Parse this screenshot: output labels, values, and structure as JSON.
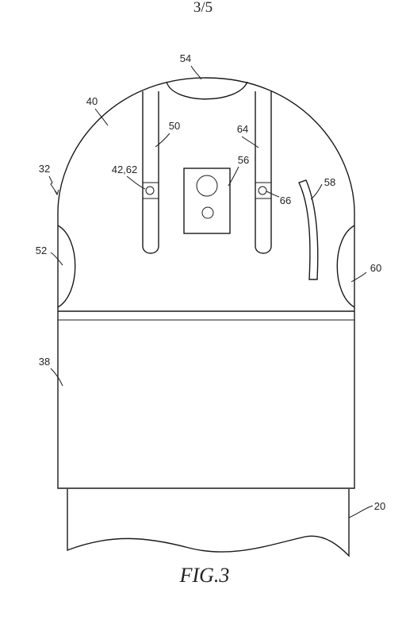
{
  "page": {
    "number": "3/5"
  },
  "figure": {
    "caption": "FIG.3"
  },
  "labels": {
    "l20": "20",
    "l32": "32",
    "l38": "38",
    "l40": "40",
    "l4262": "42,62",
    "l50": "50",
    "l52": "52",
    "l54": "54",
    "l56": "56",
    "l58": "58",
    "l60": "60",
    "l64": "64",
    "l66": "66"
  }
}
